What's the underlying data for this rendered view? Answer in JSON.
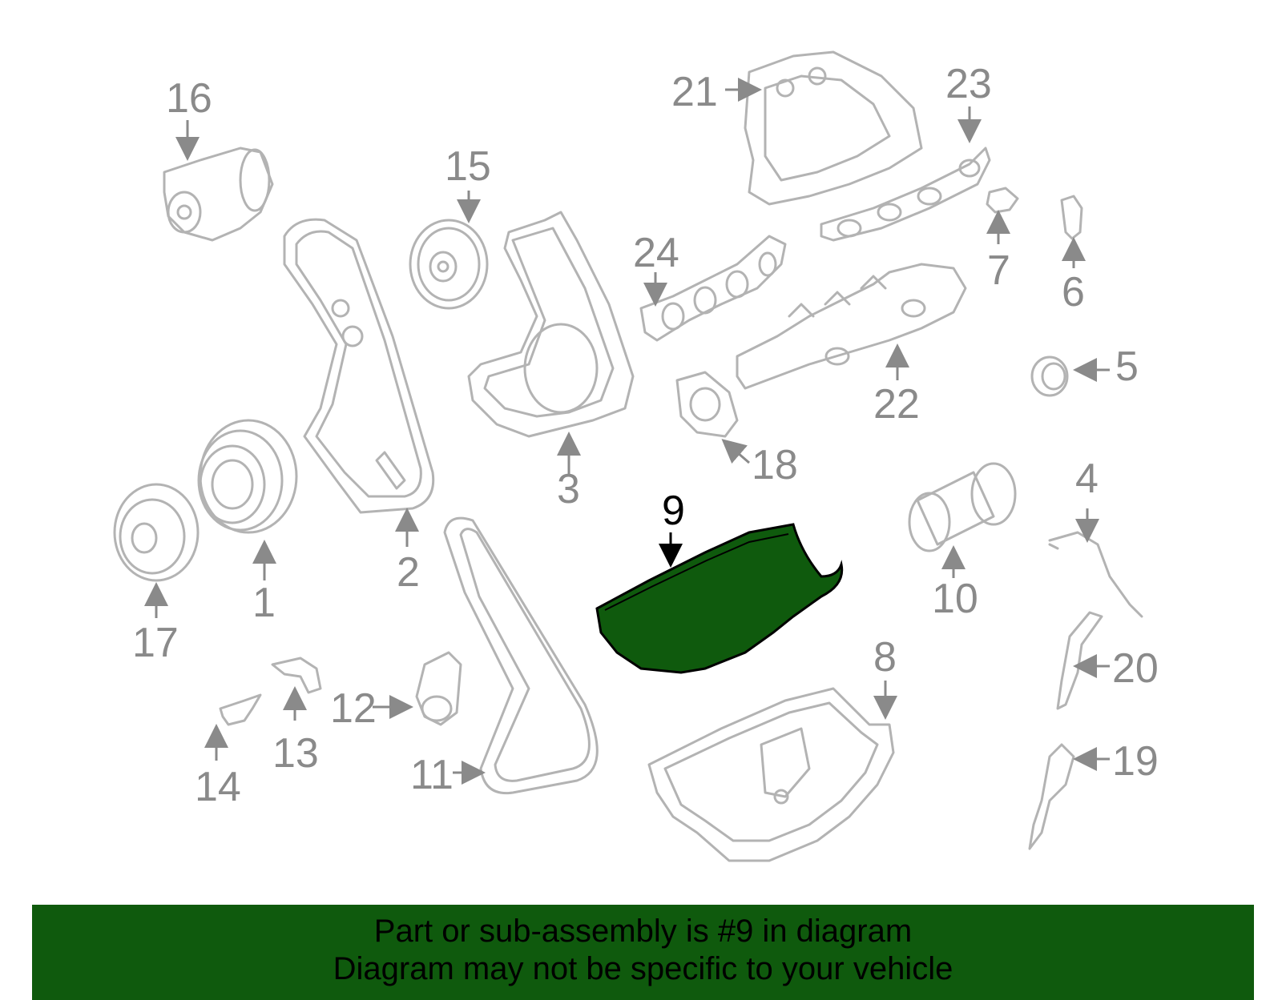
{
  "diagram": {
    "highlighted_part": "9",
    "highlight_color": "#0f5a0d",
    "callouts": [
      "1",
      "2",
      "3",
      "4",
      "5",
      "6",
      "7",
      "8",
      "9",
      "10",
      "11",
      "12",
      "13",
      "14",
      "15",
      "16",
      "17",
      "18",
      "19",
      "20",
      "21",
      "22",
      "23",
      "24"
    ]
  },
  "banner": {
    "line1": "Part or sub-assembly is #9 in diagram",
    "line2": "Diagram may not be specific to your vehicle",
    "background": "#0f5a0d"
  }
}
